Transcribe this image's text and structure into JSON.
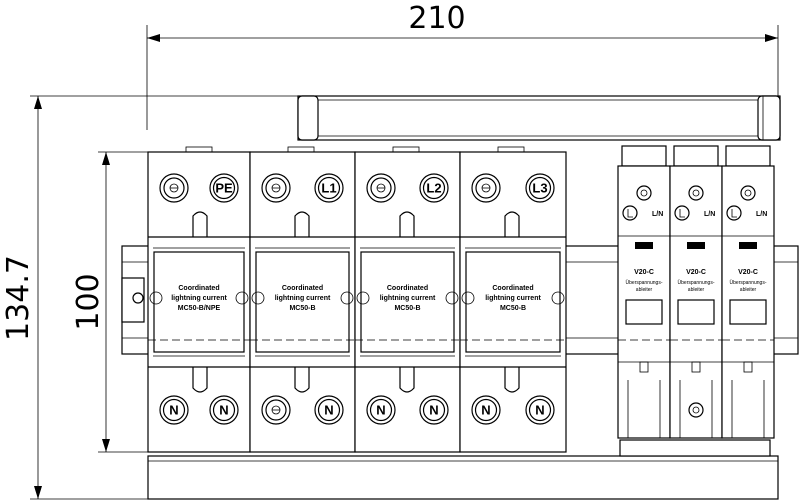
{
  "dimensions": {
    "overall_width": "210",
    "overall_height": "134.7",
    "module_height": "100"
  },
  "modules": [
    {
      "top_label": "PE",
      "bottom_label": "N",
      "body_text": [
        "Coordinated",
        "lightning current",
        "MC50-B/NPE"
      ]
    },
    {
      "top_label": "L1",
      "bottom_label": "N",
      "body_text": [
        "Coordinated",
        "lightning current",
        "MC50-B"
      ]
    },
    {
      "top_label": "L2",
      "bottom_label": "N",
      "body_text": [
        "Coordinated",
        "lightning current",
        "MC50-B"
      ]
    },
    {
      "top_label": "L3",
      "bottom_label": "N",
      "body_text": [
        "Coordinated",
        "lightning current",
        "MC50-B"
      ]
    }
  ],
  "arresters": [
    {
      "terminal_label": "L/N",
      "model": "V20-C",
      "subtitle": [
        "Überspannungs-",
        "ableiter"
      ]
    },
    {
      "terminal_label": "L/N",
      "model": "V20-C",
      "subtitle": [
        "Überspannungs-",
        "ableiter"
      ]
    },
    {
      "terminal_label": "L/N",
      "model": "V20-C",
      "subtitle": [
        "Überspannungs-",
        "ableiter"
      ]
    }
  ],
  "colors": {
    "line": "#000000",
    "background": "#ffffff"
  }
}
